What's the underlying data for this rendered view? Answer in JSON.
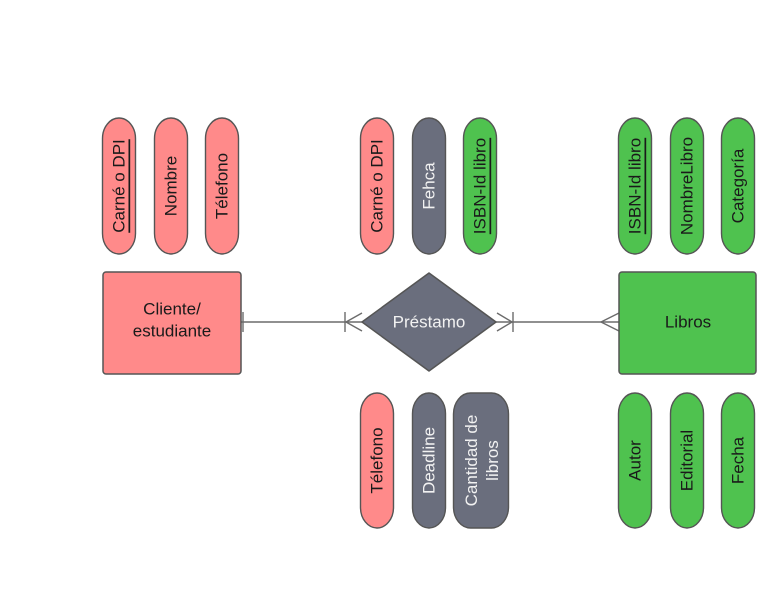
{
  "colors": {
    "red": "#ff8a8a",
    "green": "#4fc24f",
    "gray": "#6a6e7d",
    "stroke": "#555555"
  },
  "entities": {
    "cliente": {
      "label_line1": "Cliente/",
      "label_line2": "estudiante"
    },
    "prestamo": {
      "label": "Préstamo"
    },
    "libros": {
      "label": "Libros"
    }
  },
  "attributes": {
    "cliente_top": [
      {
        "label": "Carné o DPI",
        "key": true,
        "color": "red"
      },
      {
        "label": "Nombre",
        "key": false,
        "color": "red"
      },
      {
        "label": "Télefono",
        "key": false,
        "color": "red"
      }
    ],
    "prestamo_top": [
      {
        "label": "Carné o DPI",
        "key": false,
        "color": "red"
      },
      {
        "label": "Fehca",
        "key": false,
        "color": "gray"
      },
      {
        "label": "ISBN-Id libro",
        "key": true,
        "color": "green"
      }
    ],
    "prestamo_bottom": [
      {
        "label": "Télefono",
        "key": false,
        "color": "red"
      },
      {
        "label": "Deadline",
        "key": false,
        "color": "gray"
      },
      {
        "label_line1": "Cantidad de",
        "label_line2": "libros",
        "key": false,
        "color": "gray"
      }
    ],
    "libros_top": [
      {
        "label": "ISBN-Id libro",
        "key": true,
        "color": "green"
      },
      {
        "label": "NombreLibro",
        "key": false,
        "color": "green"
      },
      {
        "label": "Categoría",
        "key": false,
        "color": "green"
      }
    ],
    "libros_bottom": [
      {
        "label": "Autor",
        "key": false,
        "color": "green"
      },
      {
        "label": "Editorial",
        "key": false,
        "color": "green"
      },
      {
        "label": "Fecha",
        "key": false,
        "color": "green"
      }
    ]
  }
}
